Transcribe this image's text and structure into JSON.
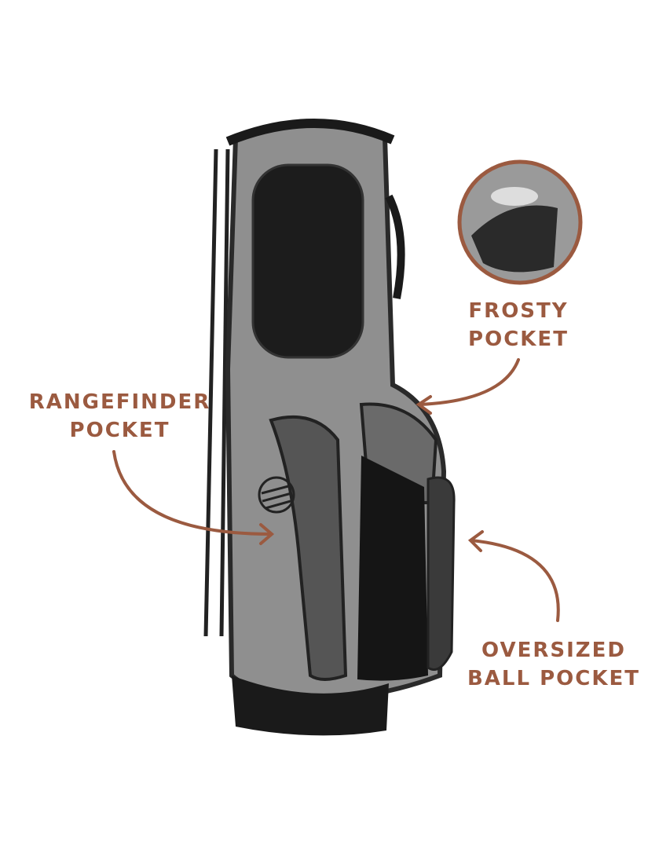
{
  "labels": {
    "frosty": [
      "FROSTY",
      "POCKET"
    ],
    "rangefinder": [
      "RANGEFINDER",
      "POCKET"
    ],
    "ball": [
      "OVERSIZED",
      "BALL POCKET"
    ]
  },
  "colors": {
    "accent": "#9b5a40",
    "bag_body": "#8e8e8e",
    "bag_dark": "#1e1e1e"
  }
}
